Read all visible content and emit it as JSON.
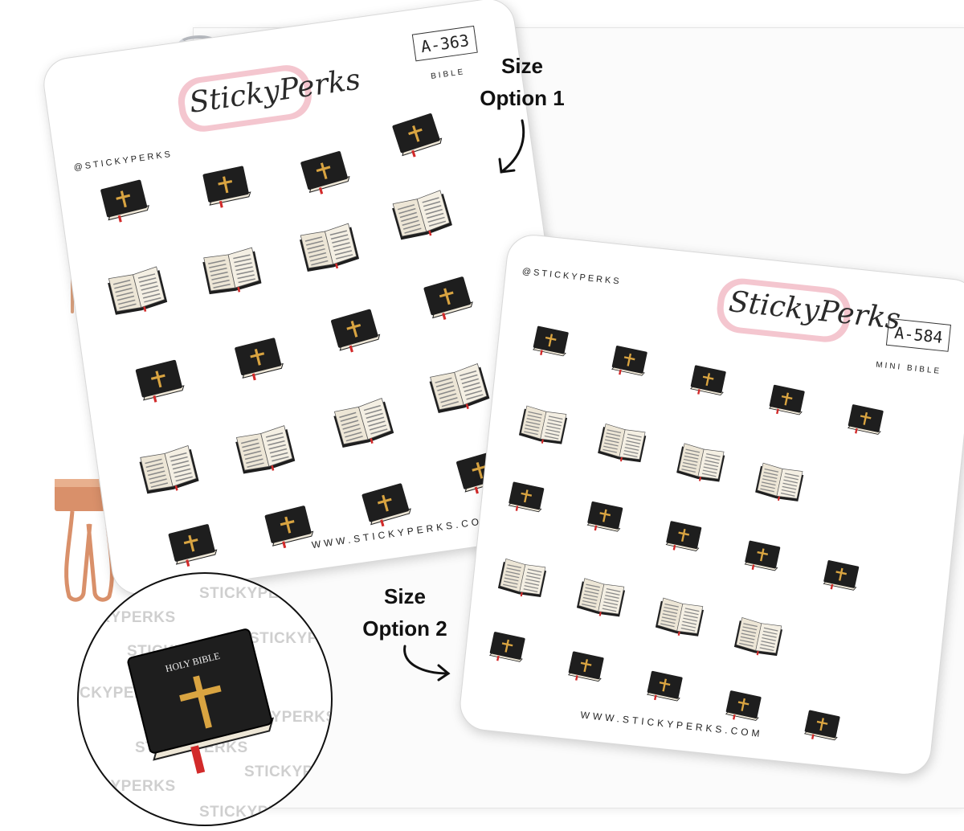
{
  "sheet1": {
    "handle": "@STICKYPERKS",
    "code": "A-363",
    "title": "BIBLE",
    "website": "WWW.STICKYPERKS.COM",
    "logo_text": "StickyPerks"
  },
  "sheet2": {
    "handle": "@STICKYPERKS",
    "code": "A-584",
    "title": "MINI BIBLE",
    "website": "WWW.STICKYPERKS.COM",
    "logo_text": "StickyPerks"
  },
  "captions": {
    "option1_line1": "Size",
    "option1_line2": "Option 1",
    "option2_line1": "Size",
    "option2_line2": "Option 2"
  },
  "zoom": {
    "watermark": "STICKYPERKS",
    "book_label": "HOLY BIBLE"
  },
  "colors": {
    "book_cover": "#1e1e1e",
    "cross": "#d9a441",
    "ribbon": "#d22a2a",
    "pages": "#ede6d6",
    "logo_outline": "#f4c6cf",
    "clip": "#d9906a"
  }
}
